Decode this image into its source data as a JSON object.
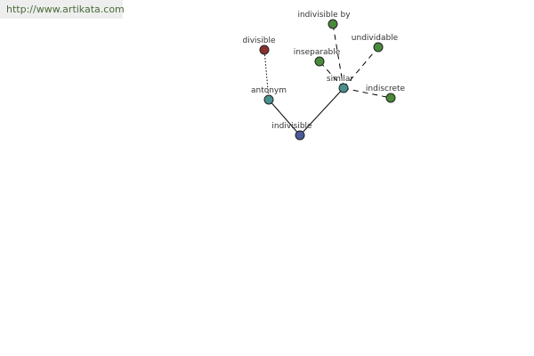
{
  "site": {
    "url_text": "http://www.artikata.com"
  },
  "colors": {
    "center": "#4a5a9a",
    "relation": "#4a9090",
    "similar_word": "#4a8a3a",
    "antonym_word": "#8a3030",
    "edge": "#000000"
  },
  "nodes": [
    {
      "id": "indivisible",
      "label": "indivisible",
      "kind": "center"
    },
    {
      "id": "antonym",
      "label": "antonym",
      "kind": "relation"
    },
    {
      "id": "similar",
      "label": "similar",
      "kind": "relation"
    },
    {
      "id": "divisible",
      "label": "divisible",
      "kind": "antonym_word"
    },
    {
      "id": "indivisible_by",
      "label": "indivisible by",
      "kind": "similar_word"
    },
    {
      "id": "undividable",
      "label": "undividable",
      "kind": "similar_word"
    },
    {
      "id": "inseparable",
      "label": "inseparable",
      "kind": "similar_word"
    },
    {
      "id": "indiscrete",
      "label": "indiscrete",
      "kind": "similar_word"
    }
  ],
  "edges": [
    {
      "from": "indivisible",
      "to": "antonym",
      "style": "solid"
    },
    {
      "from": "indivisible",
      "to": "similar",
      "style": "solid"
    },
    {
      "from": "antonym",
      "to": "divisible",
      "style": "dotted"
    },
    {
      "from": "similar",
      "to": "indivisible_by",
      "style": "dashed"
    },
    {
      "from": "similar",
      "to": "undividable",
      "style": "dashed"
    },
    {
      "from": "similar",
      "to": "inseparable",
      "style": "dashed"
    },
    {
      "from": "similar",
      "to": "indiscrete",
      "style": "dashed"
    }
  ]
}
